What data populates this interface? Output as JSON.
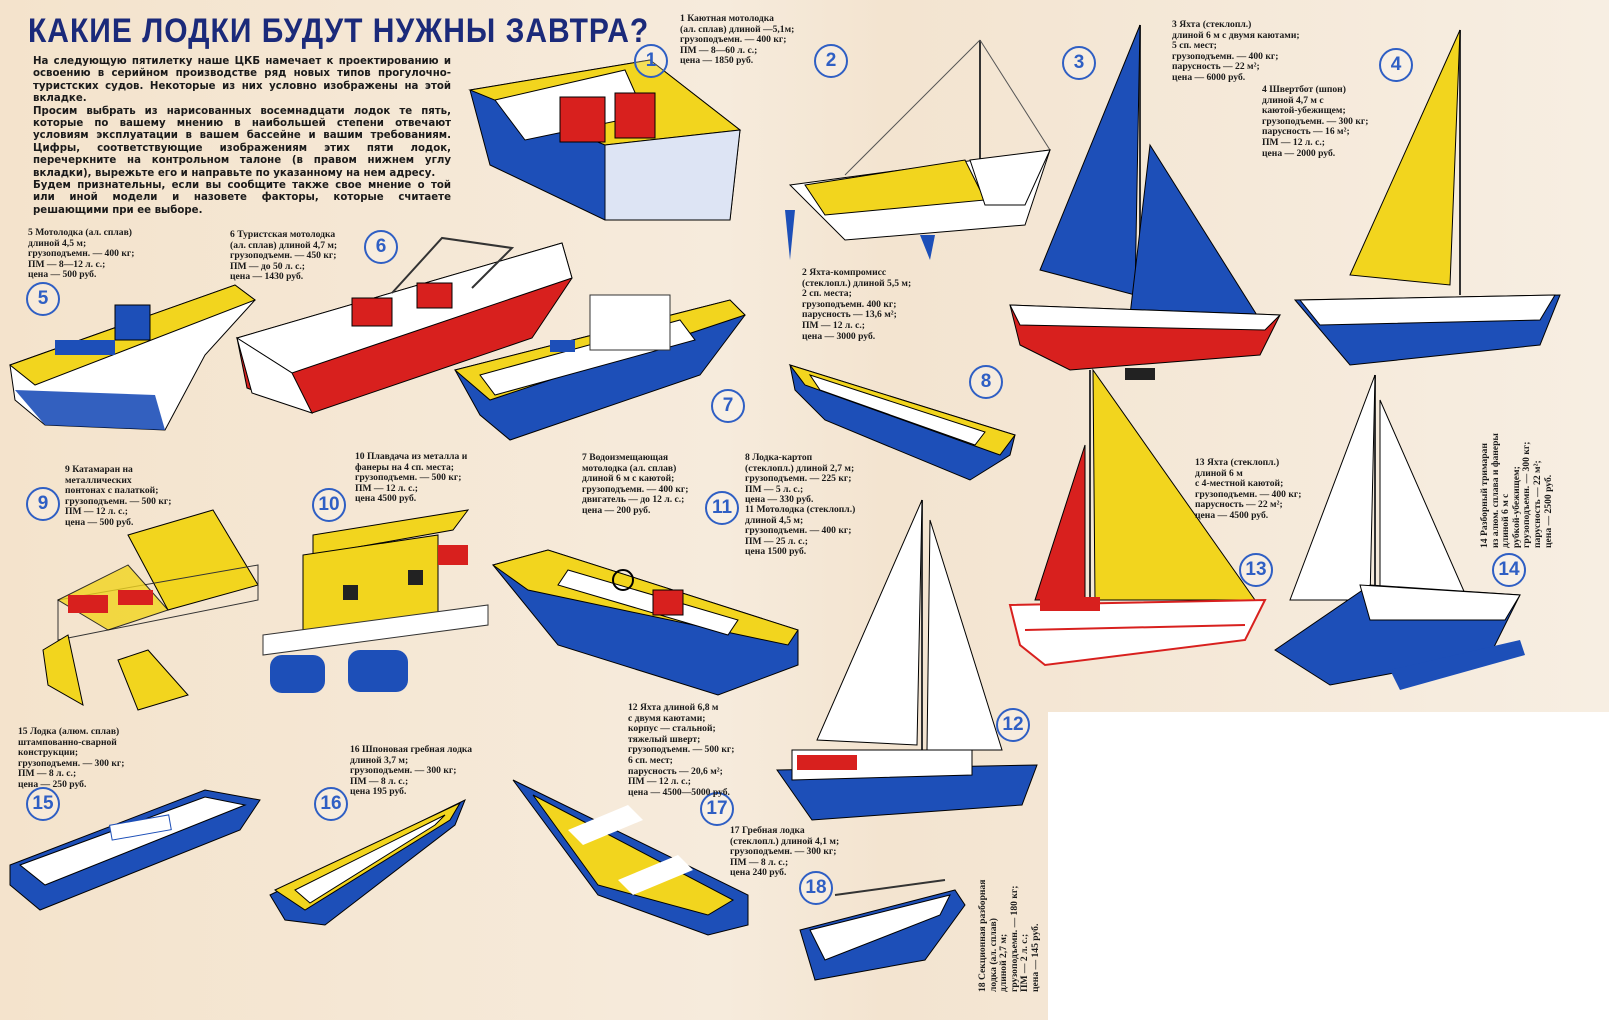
{
  "title": "КАКИЕ ЛОДКИ БУДУТ НУЖНЫ ЗАВТРА?",
  "intro": [
    "На следующую пятилетку наше ЦКБ намечает к проектированию и освоению в серийном производстве ряд новых типов прогулочно-туристских судов. Некоторые из них условно изображены на этой вкладке.",
    "Просим выбрать из нарисованных восемнадцати лодок те пять, которые по вашему мнению в наибольшей степени отвечают условиям эксплуатации в вашем бассейне и вашим требованиям. Цифры, соответствующие изображениям этих пяти лодок, перечеркните на контрольном талоне (в правом нижнем углу вкладки), вырежьте его и направьте по указанному на нем адресу.",
    "Будем признательны, если вы сообщите также свое мнение о той или иной модели и назовете факторы, которые считаете решающими при ее выборе."
  ],
  "boats": [
    {
      "n": "1",
      "spec": "1 Каютная мотолодка\n(ал. сплав) длиной —5,1м;\nгрузоподъемн. — 400 кг;\nПМ — 8—60 л. с.;\nцена — 1850 руб."
    },
    {
      "n": "2",
      "spec": "2 Яхта-компромисс\n(стеклопл.) длиной 5,5 м;\n2 сп. места;\nгрузоподъемн. 400 кг;\nпарусность — 13,6 м²;\nПМ — 12 л. с.;\nцена — 3000 руб."
    },
    {
      "n": "3",
      "spec": "3 Яхта (стеклопл.)\nдлиной 6 м с двумя каютами;\n5 сп. мест;\nгрузоподъемн. — 400 кг;\nпарусность — 22 м²;\nцена — 6000 руб."
    },
    {
      "n": "4",
      "spec": "4 Швертбот (шпон)\nдлиной 4,7 м с\nкаютой-убежищем;\nгрузоподъемн. — 300 кг;\nпарусность — 16 м²;\nПМ — 12 л. с.;\nцена — 2000 руб."
    },
    {
      "n": "5",
      "spec": "5 Мотолодка (ал. сплав)\nдлиной 4,5 м;\nгрузоподъемн. — 400 кг;\nПМ — 8—12 л. с.;\nцена — 500 руб."
    },
    {
      "n": "6",
      "spec": "6 Туристская мотолодка\n(ал. сплав) длиной 4,7 м;\nгрузоподъемн. — 450 кг;\nПМ — до 50 л. с.;\nцена — 1430 руб."
    },
    {
      "n": "7",
      "spec": "7 Водоизмещающая\nмотолодка (ал. сплав)\nдлиной 6 м с каютой;\nгрузоподъемн. — 400 кг;\nдвигатель — до 12 л. с.;\nцена — 200 руб."
    },
    {
      "n": "8",
      "spec": "8 Лодка-картоп\n(стеклопл.) длиной 2,7 м;\nгрузоподъемн. — 225 кг;\nПМ — 5 л. с.;\nцена — 330 руб."
    },
    {
      "n": "9",
      "spec": "9 Катамаран на\nметаллических\nпонтонах с палаткой;\nгрузоподъемн. — 500 кг;\nПМ — 12 л. с.;\nцена — 500 руб."
    },
    {
      "n": "10",
      "spec": "10 Плавдача из металла и\nфанеры на 4 сп. места;\nгрузоподъемн. — 500 кг;\nПМ — 12 л. с.;\nцена 4500 руб."
    },
    {
      "n": "11",
      "spec": "11 Мотолодка (стеклопл.)\nдлиной 4,5 м;\nгрузоподъемн. — 400 кг;\nПМ — 25 л. с.;\nцена 1500 руб."
    },
    {
      "n": "12",
      "spec": "12 Яхта длиной 6,8 м\nс двумя каютами;\nкорпус — стальной;\nтяжелый шверт;\nгрузоподъемн. — 500 кг;\n6 сп. мест;\nпарусность — 20,6 м²;\nПМ — 12 л. с.;\nцена — 4500—5000 руб."
    },
    {
      "n": "13",
      "spec": "13 Яхта (стеклопл.)\nдлиной 6 м\nс 4-местной каютой;\nгрузоподъемн. — 400 кг;\nпарусность — 22 м²;\nцена — 4500 руб."
    },
    {
      "n": "14",
      "spec": "14 Разборный тримаран\nиз алюм. сплава и фанеры\nдлиной 6 м с\nрубкой-убежищем;\nгрузоподъемн. — 300 кг;\nпарусность — 22 м²;\nцена — 2500 руб."
    },
    {
      "n": "15",
      "spec": "15 Лодка (алюм. сплав)\nштампованно-сварной\nконструкции;\nгрузоподъемн. — 300 кг;\nПМ — 8 л. с.;\nцена — 250 руб."
    },
    {
      "n": "16",
      "spec": "16 Шпоновая гребная лодка\nдлиной 3,7 м;\nгрузоподъемн. — 300 кг;\nПМ — 8 л. с.;\nцена 195 руб."
    },
    {
      "n": "17",
      "spec": "17 Гребная лодка\n(стеклопл.) длиной 4,1 м;\nгрузоподъемн. — 300 кг;\nПМ — 8 л. с.;\nцена 240 руб."
    },
    {
      "n": "18",
      "spec": "18 Секционная разборная\nлодка (ал. сплав)\nдлиной 2,7 м;\nгрузоподъемн. — 180 кг;\nПМ — 2 л. с.;\nцена — 145 руб."
    }
  ],
  "colors": {
    "blue": "#1d4fb8",
    "yellow": "#f2d51e",
    "red": "#d8201e",
    "title": "#1b2a7a",
    "badge": "#2f5fc4"
  }
}
